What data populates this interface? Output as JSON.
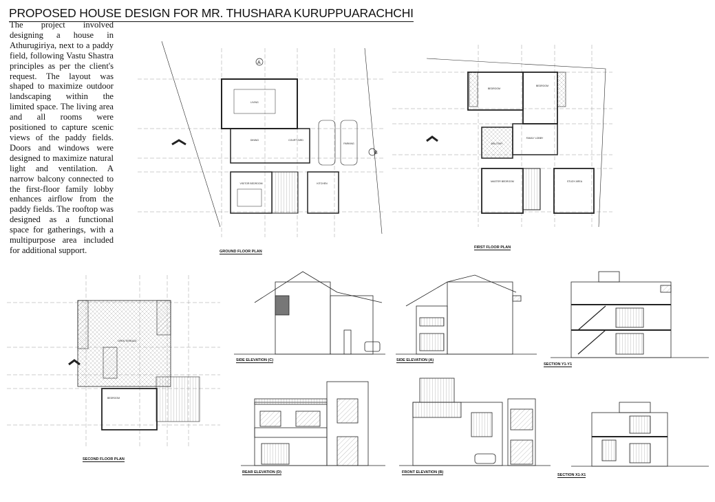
{
  "title": "PROPOSED HOUSE DESIGN FOR MR. THUSHARA KURUPPUARACHCHI",
  "description": "The project involved designing a house in Athurugiriya, next to a paddy field, following Vastu Shastra principles as per the client's request. The layout was shaped to maximize outdoor landscaping within the limited space. The living area and all rooms were positioned to capture scenic views of the paddy fields. Doors and windows were designed to maximize natural light and ventilation. A narrow balcony connected to the first-floor family lobby enhances airflow from the paddy fields. The rooftop was designed as a functional space for gatherings, with a multipurpose area included for additional support.",
  "drawings": {
    "ground_floor": {
      "label": "GROUND FLOOR PLAN",
      "rooms": [
        "LIVING",
        "DINING",
        "COURTYARD",
        "VISITOR BEDROOM",
        "KITCHEN",
        "PARKING"
      ],
      "section_marks": [
        "A",
        "B"
      ]
    },
    "first_floor": {
      "label": "FIRST FLOOR PLAN",
      "rooms": [
        "BEDROOM",
        "BEDROOM",
        "FAMILY LOBBY",
        "BALCONY",
        "MASTER BEDROOM",
        "STUDY AREA"
      ]
    },
    "second_floor": {
      "label": "SECOND FLOOR PLAN",
      "rooms": [
        "OPEN TERRACE",
        "BEDROOM"
      ]
    },
    "side_elevation_c": {
      "label": "SIDE ELEVATION (C)"
    },
    "side_elevation_a": {
      "label": "SIDE ELEVATION (A)"
    },
    "section_y": {
      "label": "SECTION Y1-Y1"
    },
    "rear_elevation": {
      "label": "REAR ELEVATION (D)"
    },
    "front_elevation": {
      "label": "FRONT ELEVATION (B)"
    },
    "section_x": {
      "label": "SECTION X1-X1"
    }
  },
  "colors": {
    "ink": "#111111",
    "hatch": "#888888"
  }
}
